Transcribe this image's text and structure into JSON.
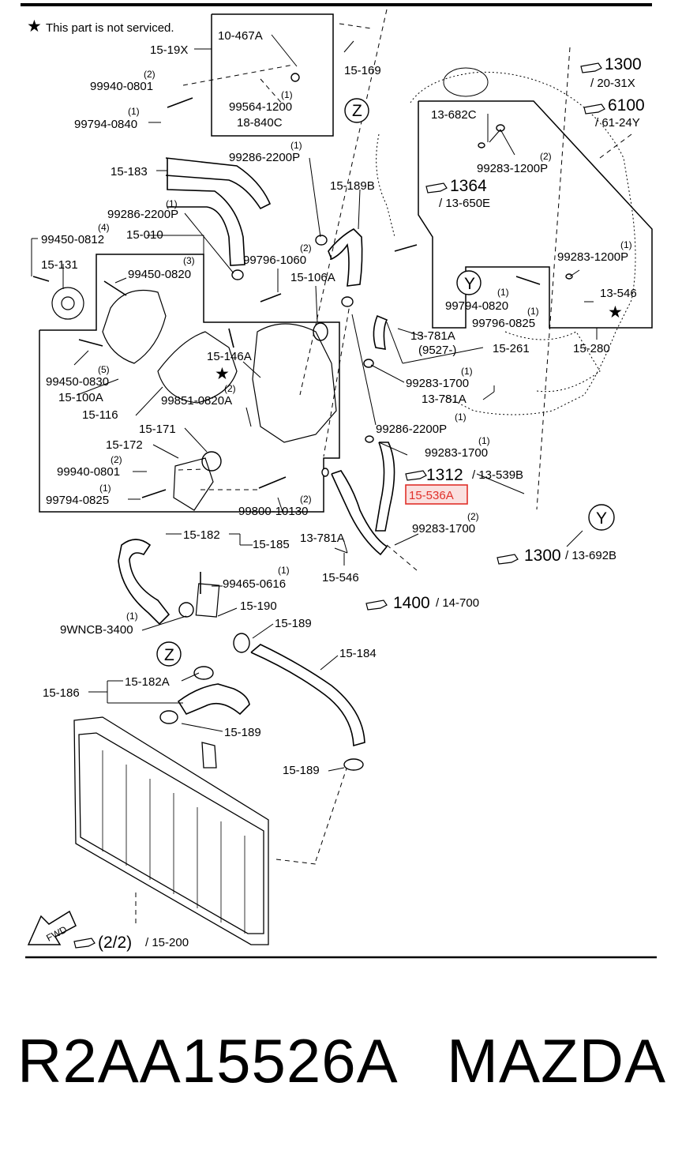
{
  "note": {
    "star": "★",
    "text": "This part is not serviced."
  },
  "labels": {
    "l_15_19X": "15-19X",
    "l_10_467A": "10-467A",
    "l_15_169": "15-169",
    "l_99940_0801_top": "99940-0801",
    "q_2_a": "(2)",
    "l_99794_0840": "99794-0840",
    "q_1_a": "(1)",
    "l_99564_1200": "99564-1200",
    "q_1_b": "(1)",
    "l_18_840C": "18-840C",
    "l_99286_2200P_a": "99286-2200P",
    "q_1_c": "(1)",
    "l_15_183": "15-183",
    "l_15_189B": "15-189B",
    "l_13_682C": "13-682C",
    "l_99283_1200P_a": "99283-1200P",
    "q_2_b": "(2)",
    "l_1364": "1364",
    "l_13_650E": "/ 13-650E",
    "l_1300": "1300",
    "l_20_31X": "/ 20-31X",
    "l_6100": "6100",
    "l_61_24Y": "/ 61-24Y",
    "l_99286_2200P_b": "99286-2200P",
    "q_1_d": "(1)",
    "q_4": "(4)",
    "l_99450_0812": "99450-0812",
    "l_15_010": "15-010",
    "l_15_131": "15-131",
    "q_3": "(3)",
    "l_99450_0820": "99450-0820",
    "q_2_c": "(2)",
    "l_99796_1060": "99796-1060",
    "l_15_106A": "15-106A",
    "l_99794_0820": "99794-0820",
    "q_1_e": "(1)",
    "l_99796_0825": "99796-0825",
    "q_1_f": "(1)",
    "l_99283_1200P_b": "99283-1200P",
    "q_1_g": "(1)",
    "l_13_546": "13-546",
    "l_15_280": "15-280",
    "l_15_146A": "15-146A",
    "l_13_781A_a": "13-781A",
    "l_9527": "(9527-)",
    "l_15_261": "15-261",
    "l_99450_0830": "99450-0830",
    "q_5": "(5)",
    "l_15_100A": "15-100A",
    "l_15_116": "15-116",
    "l_99851_0820A": "99851-0820A",
    "q_2_d": "(2)",
    "l_99283_1700_a": "99283-1700",
    "q_1_h": "(1)",
    "l_13_781A_b": "13-781A",
    "l_99286_2200P_c": "99286-2200P",
    "q_1_i": "(1)",
    "l_15_171": "15-171",
    "l_15_172": "15-172",
    "l_99283_1700_b": "99283-1700",
    "q_1_j": "(1)",
    "l_99940_0801_mid": "99940-0801",
    "q_2_e": "(2)",
    "l_1312": "1312",
    "l_13_539B": "/ 13-539B",
    "l_15_536A": "15-536A",
    "l_99794_0825": "99794-0825",
    "q_1_k": "(1)",
    "l_99800_10130": "99800-10130",
    "q_2_f": "(2)",
    "l_99283_1700_c": "99283-1700",
    "q_2_g": "(2)",
    "l_1300_b": "1300",
    "l_13_692B": "/ 13-692B",
    "l_15_182": "15-182",
    "l_15_185": "15-185",
    "l_13_781A_c": "13-781A",
    "l_15_546": "15-546",
    "l_99465_0616": "99465-0616",
    "q_1_l": "(1)",
    "l_1400": "1400",
    "l_14_700": "/ 14-700",
    "l_9WNCB_3400": "9WNCB-3400",
    "q_1_m": "(1)",
    "l_15_190": "15-190",
    "l_15_189_a": "15-189",
    "l_15_184": "15-184",
    "l_15_186": "15-186",
    "l_15_182A": "15-182A",
    "l_15_189_b": "15-189",
    "l_15_189_c": "15-189",
    "l_2_2": "(2/2)",
    "l_15_200": "/ 15-200",
    "fwd": "FWD",
    "z_a": "Z",
    "z_b": "Z",
    "y_a": "Y",
    "y_b": "Y"
  },
  "footer": {
    "part_number": "R2AA15526A",
    "brand": "MAZDA"
  },
  "highlight_color": "#e0302a"
}
